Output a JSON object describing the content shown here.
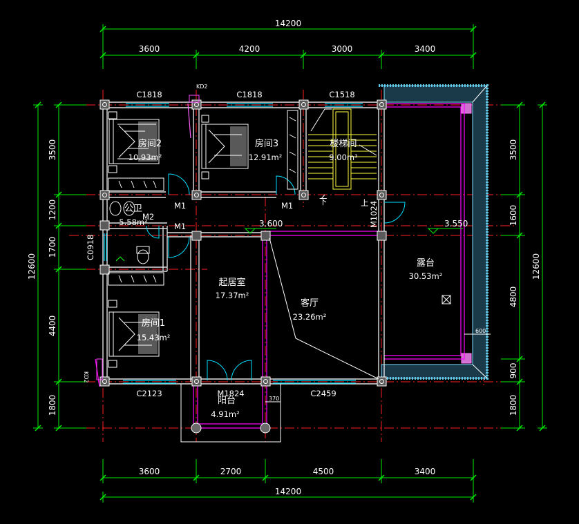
{
  "dimensions": {
    "top_total": "14200",
    "top_segments": [
      "3600",
      "4200",
      "3000",
      "3400"
    ],
    "bottom_segments": [
      "3600",
      "2700",
      "4500",
      "3400"
    ],
    "bottom_total": "14200",
    "left_segments": [
      "3500",
      "1200",
      "1700",
      "4400",
      "1800"
    ],
    "left_total": "12600",
    "right_segments": [
      "3500",
      "1600",
      "4800",
      "900",
      "1800"
    ],
    "right_total": "12600"
  },
  "rooms": {
    "room2": {
      "name": "房间2",
      "area": "10.93m²"
    },
    "room3": {
      "name": "房间3",
      "area": "12.91m²"
    },
    "stair": {
      "name": "楼梯间",
      "area": "9.00m²"
    },
    "bath": {
      "name": "公卫",
      "area": "5.58m²"
    },
    "living": {
      "name": "起居室",
      "area": "17.37m²"
    },
    "hall": {
      "name": "客厅",
      "area": "23.26m²"
    },
    "terrace": {
      "name": "露台",
      "area": "30.53m²"
    },
    "room1": {
      "name": "房间1",
      "area": "15.43m²"
    },
    "balcony": {
      "name": "阳台",
      "area": "4.91m²"
    }
  },
  "labels": {
    "c1818_a": "C1818",
    "c1818_b": "C1818",
    "c1518": "C1518",
    "kd2_top": "KD2",
    "kd2_left": "KD2",
    "m1_a": "M1",
    "m1_b": "M1",
    "m1_c": "M1",
    "m2": "M2",
    "m1024": "M1024",
    "c0918": "C0918",
    "c2123": "C2123",
    "c2459": "C2459",
    "m1824": "M1824",
    "stair_down": "下",
    "stair_up": "上",
    "note_600": "600",
    "note_370": "370"
  },
  "elevations": {
    "hall": "3.600",
    "terrace": "3.550"
  },
  "colors": {
    "background": "#000000",
    "dimension": "#00ff00",
    "axis": "#ff0000",
    "wall": "#ffffff",
    "window": "#00ffff",
    "rail": "#ff00ff",
    "stair": "#ffff00"
  }
}
